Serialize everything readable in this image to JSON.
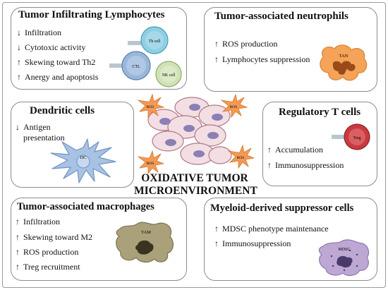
{
  "panels": {
    "til": {
      "title": "Tumor Infiltrating Lymphocytes",
      "items": [
        {
          "arrow": "↓",
          "text": "Infiltration"
        },
        {
          "arrow": "↓",
          "text": "Cytotoxic activity"
        },
        {
          "arrow": "↑",
          "text": "Skewing toward Th2"
        },
        {
          "arrow": "↑",
          "text": "Anergy and apoptosis"
        }
      ],
      "cells": {
        "th": "Th cell",
        "ctl": "CTL",
        "nk": "NK cell"
      }
    },
    "tan": {
      "title": "Tumor-associated neutrophils",
      "items": [
        {
          "arrow": "↑",
          "text": "ROS production"
        },
        {
          "arrow": "↑",
          "text": "Lymphocytes suppression"
        }
      ],
      "cell": "TAN"
    },
    "dc": {
      "title": "Dendritic cells",
      "items": [
        {
          "arrow": "↓",
          "text": "Antigen"
        },
        {
          "arrow": "",
          "text": "presentation"
        }
      ],
      "cell": "DC"
    },
    "treg": {
      "title": "Regulatory T cells",
      "items": [
        {
          "arrow": "↑",
          "text": "Accumulation"
        },
        {
          "arrow": "↑",
          "text": "Immunosuppression"
        }
      ],
      "cell": "Treg"
    },
    "tam": {
      "title": "Tumor-associated macrophages",
      "items": [
        {
          "arrow": "↑",
          "text": "Infiltration"
        },
        {
          "arrow": "↑",
          "text": "Skewing toward M2"
        },
        {
          "arrow": "↑",
          "text": "ROS production"
        },
        {
          "arrow": "↑",
          "text": "Treg recruitment"
        }
      ],
      "cell": "TAM"
    },
    "mdsc": {
      "title": "Myeloid-derived suppressor cells",
      "items": [
        {
          "arrow": "↑",
          "text": "MDSC phenotype maintenance"
        },
        {
          "arrow": "↑",
          "text": "Immunosuppression"
        }
      ],
      "cell": "MDSC"
    }
  },
  "center": {
    "label_line1": "OXIDATIVE TUMOR",
    "label_line2": "MICROENVIRONMENT",
    "ros": "ROS"
  },
  "colors": {
    "border": "#8c8c8c",
    "tumor_cell": "#f3dfe3",
    "tumor_nucleus": "#8b7fb5",
    "ros_star": "#f29a55",
    "th_cell": "#8ecfe4",
    "ctl_cell": "#9ab7d9",
    "nk_cell": "#cfe3b4",
    "tan_cell": "#f5a358",
    "dc_cell": "#a8c2e3",
    "treg_cell": "#c83a3e",
    "tam_cell": "#aaa17a",
    "mdsc_cell": "#bca8d3"
  }
}
